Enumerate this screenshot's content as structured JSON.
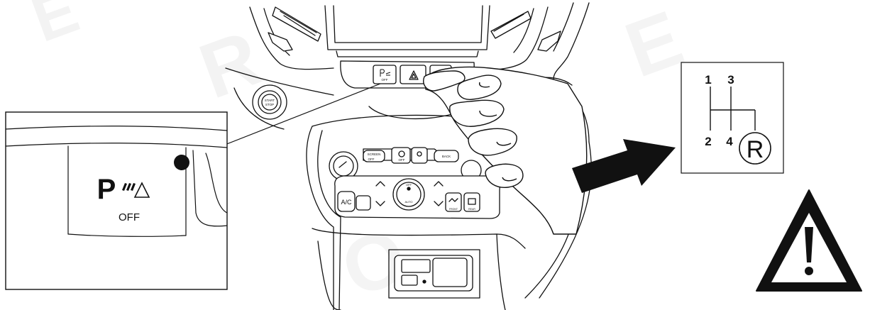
{
  "inset_parking": {
    "icon": "parking-sensor-icon",
    "symbol_letter": "P",
    "label": "OFF"
  },
  "dashboard": {
    "buttons": {
      "parking_small": "OFF",
      "screen": "SCREEN",
      "screen_sub": "OFF",
      "auto_off": "OFF",
      "rear_cam": "BACK",
      "ac": "A/C",
      "auto": "AUTO",
      "climate_off": "OFF",
      "front_defrost": "FRONT",
      "rear_defrost": "REAR",
      "start_stop_line1": "START",
      "start_stop_line2": "STOP"
    }
  },
  "gear_diagram": {
    "gears_top": [
      "1",
      "3"
    ],
    "gears_bottom": [
      "2",
      "4"
    ],
    "reverse": "R"
  },
  "warning": {
    "icon": "warning-triangle-icon",
    "symbol": "!"
  },
  "colors": {
    "ink": "#111111",
    "background": "#ffffff",
    "watermark": "#f1f1f1"
  }
}
